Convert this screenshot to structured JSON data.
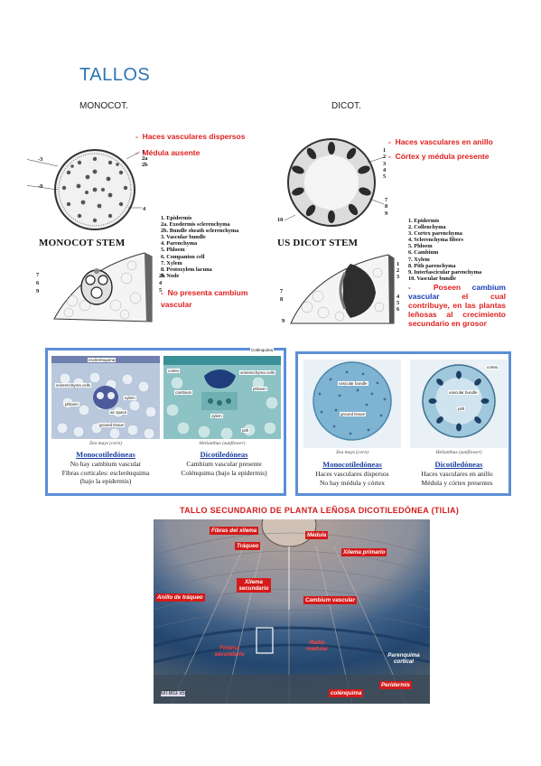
{
  "page": {
    "title": "TALLOS",
    "monocot_label": "MONOCOT.",
    "dicot_label": "DICOT."
  },
  "monocot": {
    "bullets": [
      "Haces vasculares dispersos",
      "Médula ausente"
    ],
    "stem_title": "MONOCOT STEM",
    "legend": [
      "1.  Epidermis",
      "2a. Exodermis sclerenchyma",
      "2b. Bundle sheath sclerenchyma",
      "3.  Vascular bundle",
      "4.  Parenchyma",
      "5.  Phloem",
      "6.  Companion cell",
      "7.  Xylem",
      "8.  Protoxylem lacuna",
      "9.  Node"
    ],
    "note_prefix": "-",
    "note": "No presenta cambium vascular",
    "fig_numbers": [
      "1",
      "2a",
      "2b",
      "3",
      "4",
      "5",
      "6",
      "7",
      "8",
      "9"
    ]
  },
  "dicot": {
    "bullets": [
      "Haces vasculares en anillo",
      "Córtex y médula presente"
    ],
    "stem_title": "US DICOT STEM",
    "legend": [
      "1.  Epidermis",
      "2.  Collenchyma",
      "3.  Cortex parenchyma",
      "4.  Sclerenchyma fibers",
      "5.  Phloem",
      "6.  Cambium",
      "7.  Xylem",
      "8.  Pith parenchyma",
      "9.  Interfascicular parenchyma",
      "10. Vascular bundle"
    ],
    "note_parts": {
      "prefix": "Poseen",
      "highlight": "cambium vascular",
      "rest": "el cual contribuye, en las plantas leñosas al crecimiento secundario en grosor"
    },
    "fig_numbers": [
      "1",
      "2",
      "3",
      "4",
      "5",
      "6",
      "7",
      "8",
      "9",
      "10"
    ]
  },
  "panel_left": {
    "micro_labels": [
      "esclerénquima",
      "Colénquima",
      "sclerenchyma cells",
      "phloem",
      "xylem",
      "air space",
      "ground tissue",
      "cortex",
      "sclerenchyma cells",
      "cambium",
      "phloem",
      "xylem",
      "pith"
    ],
    "species_left": "Zea mays (corn)",
    "species_right": "Helianthus (sunflower)",
    "head_left": "Monocotiledóneas",
    "head_right": "Dicotiledóneas",
    "lines_left": [
      "No hay cambium vascular",
      "Fibras corticales: esclerénquima",
      "(bajo la epidermis)"
    ],
    "lines_right": [
      "Cambium vascular presente",
      "Colénquima (bajo la epidermis)"
    ]
  },
  "panel_right": {
    "micro_labels": [
      "vascular bundle",
      "ground tissue",
      "cortex",
      "vascular bundle",
      "pith"
    ],
    "species_left": "Zea mays (corn)",
    "species_right": "Helianthus (sunflower)",
    "head_left": "Monocotiledóneas",
    "head_right": "Dicotiledóneas",
    "lines_left": [
      "Haces vasculares dispersos",
      "No hay médula y córtex"
    ],
    "lines_right": [
      "Haces vasculares en anillo",
      "Médula y córtex presentes"
    ]
  },
  "tilia": {
    "title": "TALLO SECUNDARIO DE PLANTA LEÑOSA DICOTILEDÓNEA (TILIA)",
    "labels": {
      "fibras_xilema": "Fibras del xilema",
      "traqueo": "Tráqueo",
      "medula": "Médula",
      "xilema_primario": "Xilema primario",
      "xilema_secundario": "Xilema secundario",
      "anillo": "Anillo de tráqueo",
      "cambium": "Cambium vascular",
      "floema_sec": "Floema secundario",
      "radio": "Radio medular",
      "parenquima": "Parenquima cortical",
      "peridermis": "Peridermis",
      "colenquima": "colénquima",
      "scale": "MT803 x5"
    }
  },
  "colors": {
    "title_blue": "#2e74b5",
    "bullet_red": "#e02020",
    "panel_border": "#5b8fd6",
    "caption_blue": "#1a3fa0"
  }
}
